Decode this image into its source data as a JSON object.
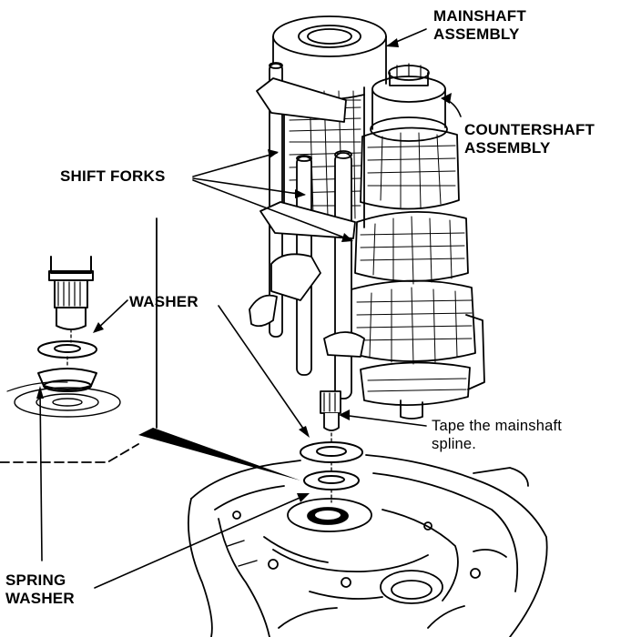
{
  "labels": {
    "mainshaft_line1": "MAINSHAFT",
    "mainshaft_line2": "ASSEMBLY",
    "countershaft_line1": "COUNTERSHAFT",
    "countershaft_line2": "ASSEMBLY",
    "shift_forks": "SHIFT FORKS",
    "washer": "WASHER",
    "tape_line1": "Tape the mainshaft",
    "tape_line2": "spline.",
    "spring_washer_line1": "SPRING",
    "spring_washer_line2": "WASHER"
  },
  "colors": {
    "ink": "#000000",
    "paper": "#ffffff"
  }
}
